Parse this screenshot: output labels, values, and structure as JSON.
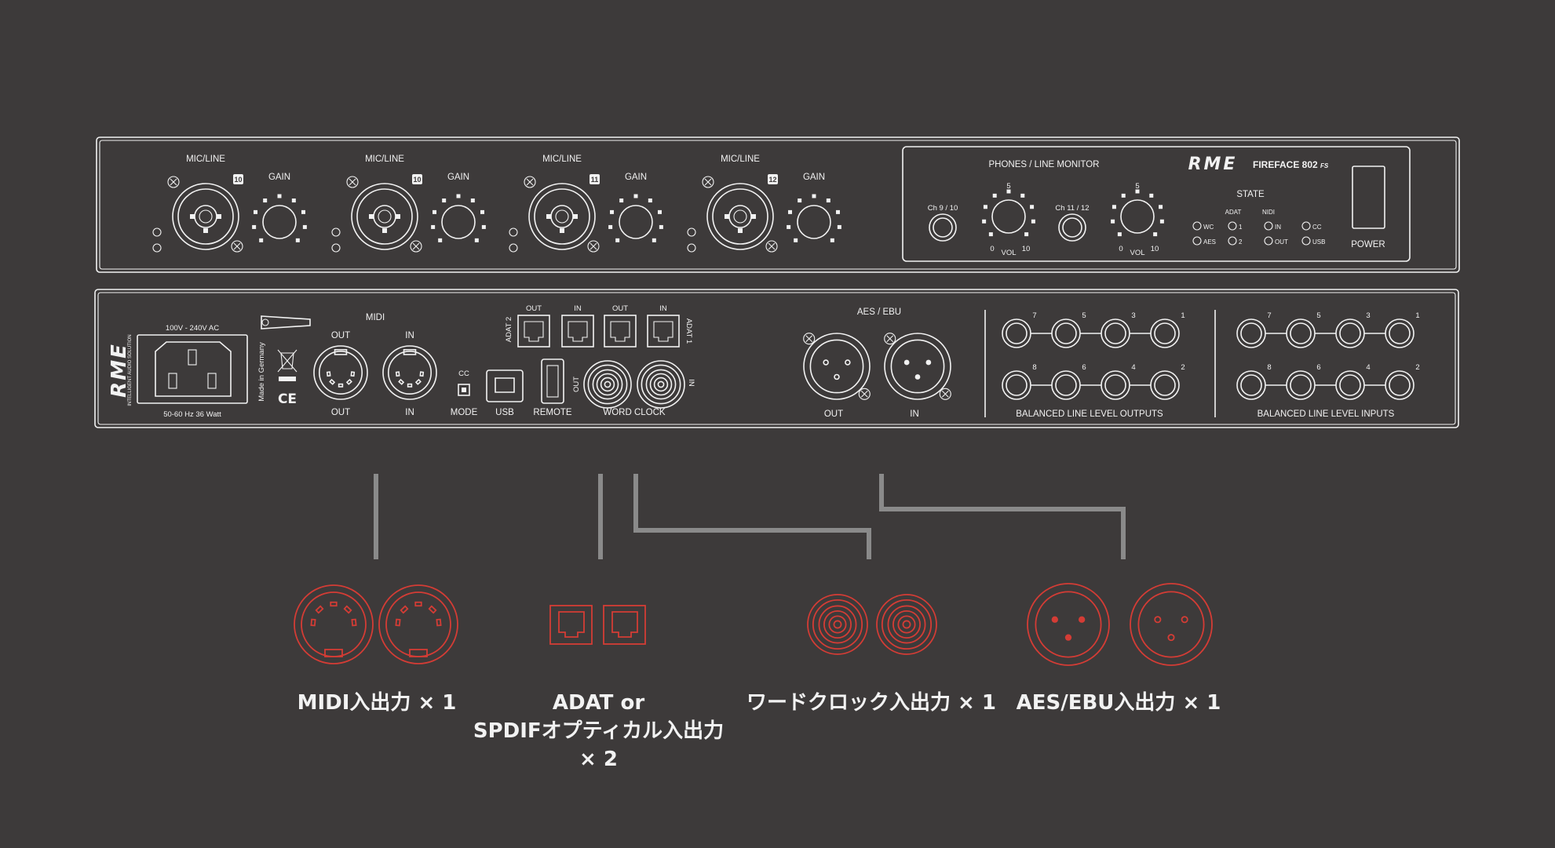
{
  "front_panel": {
    "mic_line_label": "MIC/LINE",
    "gain_label": "GAIN",
    "channels": [
      "10",
      "10",
      "11",
      "12"
    ],
    "monitor_title": "PHONES / LINE MONITOR",
    "phones": [
      {
        "ch": "Ch 9 / 10",
        "scale_top": "5",
        "scale_min": "0",
        "scale_max": "10",
        "vol": "VOL"
      },
      {
        "ch": "Ch 11 / 12",
        "scale_top": "5",
        "scale_min": "0",
        "scale_max": "10",
        "vol": "VOL"
      }
    ],
    "brand": "RME",
    "model": "FIREFACE 802",
    "model_suffix": "FS",
    "state_label": "STATE",
    "state_col_adat": "ADAT",
    "state_col_midi": "NIDI",
    "state_leds": [
      "WC",
      "AES",
      "1",
      "2",
      "IN",
      "OUT",
      "CC",
      "USB"
    ],
    "power_label": "POWER"
  },
  "rear_panel": {
    "brand": "RME",
    "brand_sub": "INTELLIGENT AUDIO SOLUTION",
    "power_in_top": "100V - 240V AC",
    "power_in_bottom": "50-60 Hz 36 Watt",
    "made_in": "Made in Germany",
    "ce_mark": "CE",
    "midi_label": "MIDI",
    "midi_out_top": "OUT",
    "midi_in_top": "IN",
    "midi_out_bottom": "OUT",
    "midi_in_bottom": "IN",
    "mode_top": "CC",
    "mode_label": "MODE",
    "usb_label": "USB",
    "remote_label": "REMOTE",
    "adat2_label": "ADAT 2",
    "adat1_label": "ADAT 1",
    "optical_labels": [
      "OUT",
      "IN",
      "OUT",
      "IN"
    ],
    "wc_out": "OUT",
    "wc_in": "IN",
    "word_clock_label": "WORD CLOCK",
    "aes_ebu_label": "AES / EBU",
    "aes_out": "OUT",
    "aes_in": "IN",
    "out_top": [
      "7",
      "5",
      "3",
      "1"
    ],
    "out_bottom": [
      "8",
      "6",
      "4",
      "2"
    ],
    "in_top": [
      "7",
      "5",
      "3",
      "1"
    ],
    "in_bottom": [
      "8",
      "6",
      "4",
      "2"
    ],
    "balanced_out_label": "BALANCED LINE LEVEL OUTPUTS",
    "balanced_in_label": "BALANCED LINE LEVEL INPUTS"
  },
  "highlight_color": "#d43c35",
  "connector_line_color": "#8a8a8a",
  "captions": {
    "midi": "MIDI入出力 × 1",
    "adat_line1": "ADAT or",
    "adat_line2": "SPDIFオプティカル入出力",
    "adat_line3": "× 2",
    "wordclock": "ワードクロック入出力 × 1",
    "aes": "AES/EBU入出力 × 1"
  }
}
